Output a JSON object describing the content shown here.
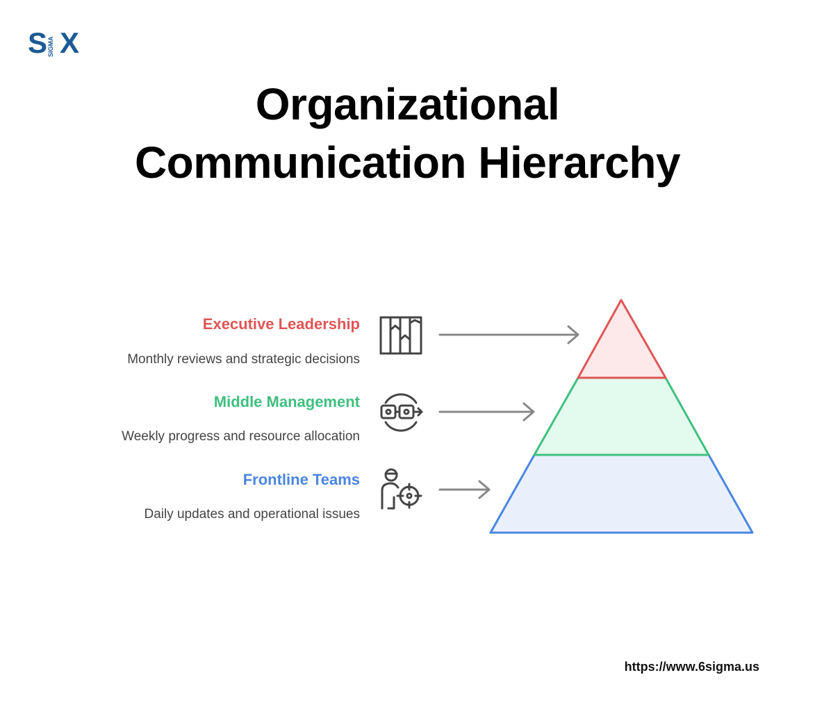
{
  "logo": {
    "left_text": "S",
    "vertical_text": "SIGMA",
    "right_text": "X",
    "color": "#1b5a96"
  },
  "title": {
    "line1": "Organizational",
    "line2": "Communication Hierarchy"
  },
  "levels": [
    {
      "label": "Executive Leadership",
      "description": "Monthly reviews and strategic decisions",
      "color": "#e05555",
      "fill": "#fde9e9",
      "icon": "columns-icon"
    },
    {
      "label": "Middle Management",
      "description": "Weekly progress and resource allocation",
      "color": "#3fbf7f",
      "fill": "#e3faee",
      "icon": "glasses-cycle-icon"
    },
    {
      "label": "Frontline Teams",
      "description": "Daily updates and operational issues",
      "color": "#4a86e0",
      "fill": "#e9f0fb",
      "icon": "worker-target-icon"
    }
  ],
  "footer": {
    "url": "https://www.6sigma.us"
  }
}
